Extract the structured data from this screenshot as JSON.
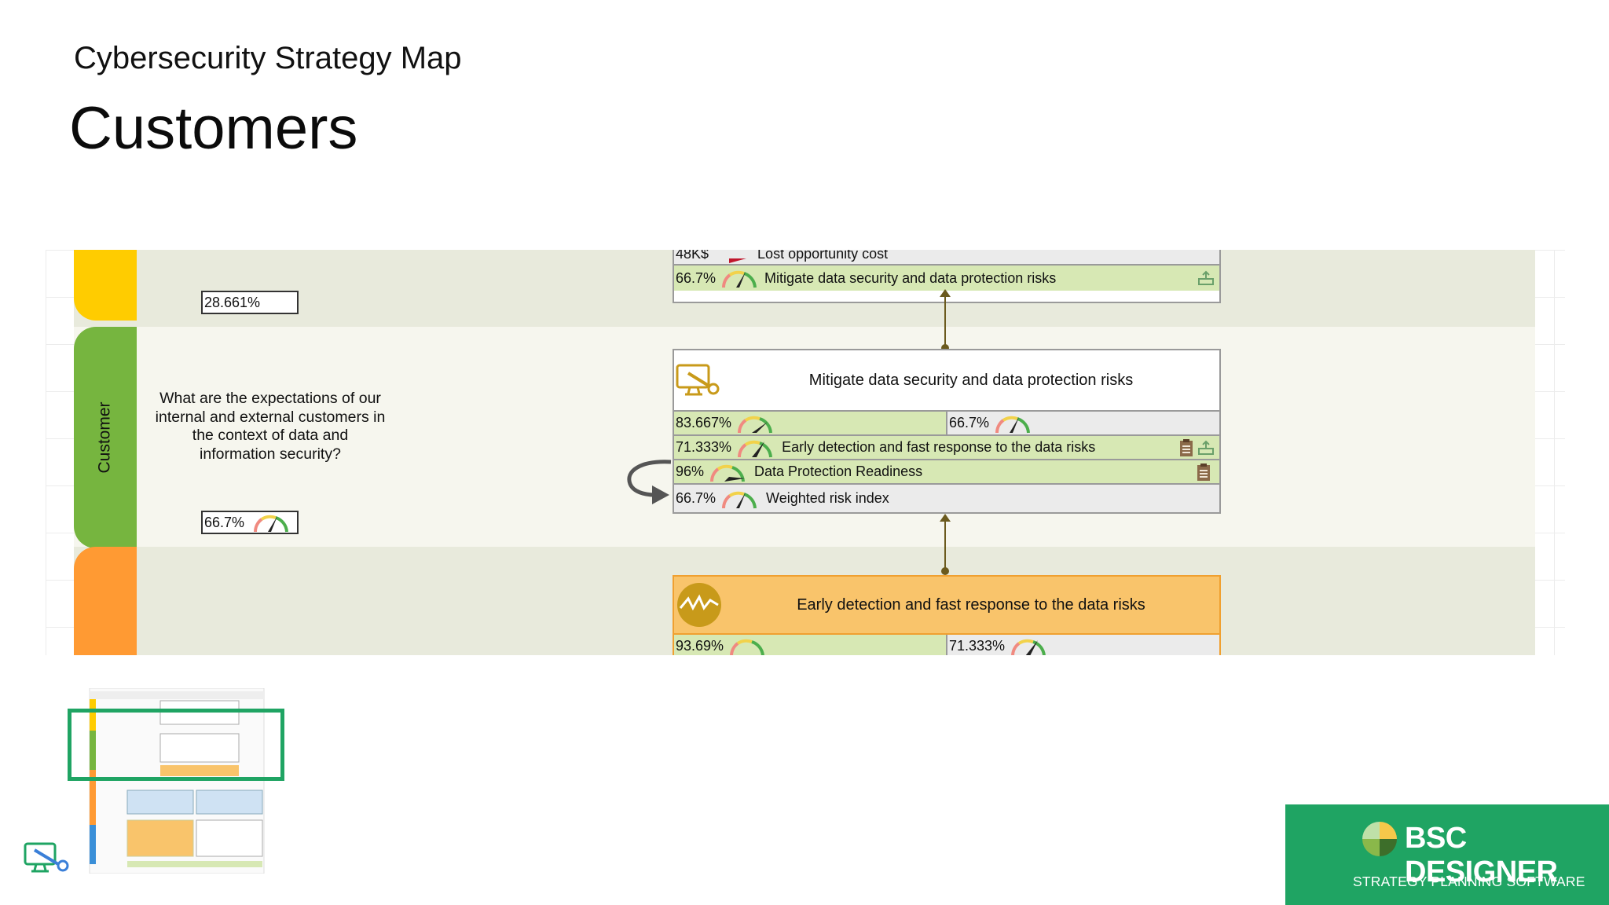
{
  "slide": {
    "subtitle": "Cybersecurity Strategy Map",
    "title": "Customers"
  },
  "map": {
    "perspective_label": "Customer",
    "question": "What are the expectations of our internal and external customers in the context of data and information security?",
    "financial_value": "28.661%",
    "customer_value": "66.7%",
    "top_node": {
      "partial_row": {
        "value": "48K$",
        "name": "Lost opportunity cost"
      },
      "row": {
        "value": "66.7%",
        "name": "Mitigate data security and data protection risks"
      }
    },
    "mid_node": {
      "title": "Mitigate data security and data protection risks",
      "split_left": "83.667%",
      "split_right": "66.7%",
      "rows": [
        {
          "value": "71.333%",
          "name": "Early detection and fast response to the data risks"
        },
        {
          "value": "96%",
          "name": "Data Protection Readiness"
        },
        {
          "value": "66.7%",
          "name": "Weighted risk index"
        }
      ]
    },
    "bottom_node": {
      "title": "Early detection and fast response to the data risks",
      "split_left": "93.69%",
      "split_right": "71.333%"
    }
  },
  "brand": {
    "name": "BSC DESIGNER",
    "tagline": "STRATEGY PLANNING SOFTWARE"
  },
  "colors": {
    "financial": "#ffcc00",
    "customer": "#76b53f",
    "internal": "#ff9a33",
    "brand": "#1fa463",
    "kpi_green": "#d7e8b4"
  }
}
